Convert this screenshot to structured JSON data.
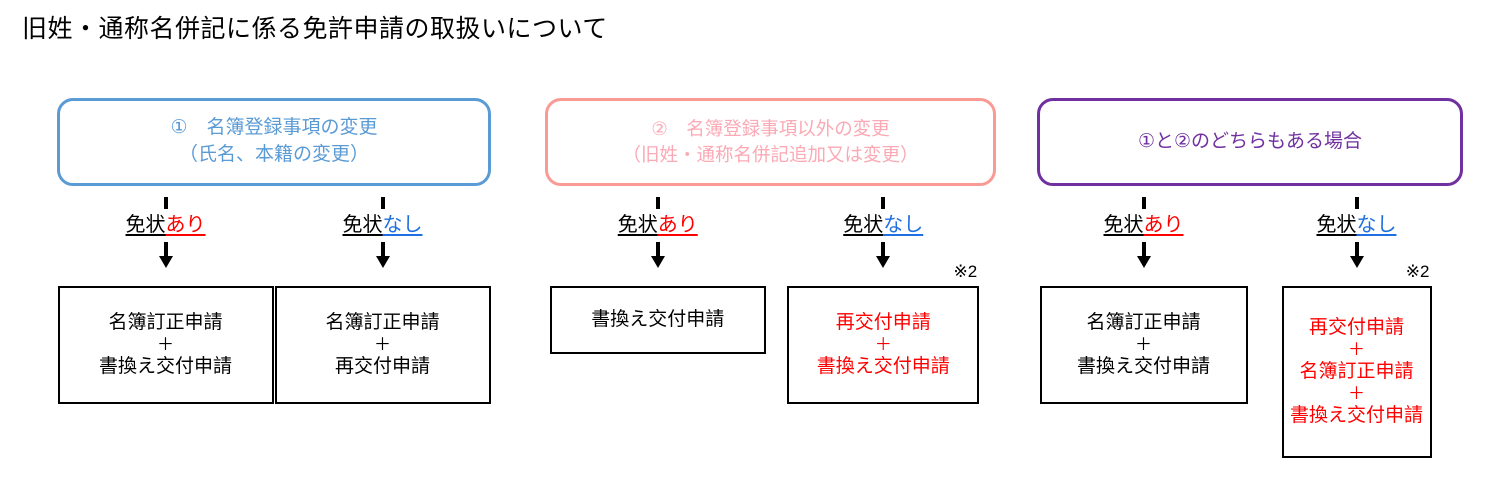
{
  "title": "旧姓・通称名併記に係る免許申請の取扱いについて",
  "colors": {
    "blue": "#5B9BD5",
    "pink": "#FA9A95",
    "pink_text": "#FBA9B4",
    "purple": "#7030A0",
    "red": "#FF0000",
    "link_blue": "#1F6FE0",
    "black": "#000000"
  },
  "labels": {
    "base": "免状",
    "yes": "あり",
    "no": "なし",
    "plus": "＋",
    "note2": "※2"
  },
  "columns": [
    {
      "id": "column-0",
      "category": {
        "line1": "①　名簿登録事項の変更",
        "line2": "（氏名、本籍の変更）"
      },
      "branches": [
        {
          "label_base": "免状",
          "label_suffix": "あり",
          "suffix_kind": "yes",
          "note": "",
          "result_color": "black",
          "result_lines": [
            "名簿訂正申請",
            "書換え交付申請"
          ]
        },
        {
          "label_base": "免状",
          "label_suffix": "なし",
          "suffix_kind": "no",
          "note": "",
          "result_color": "black",
          "result_lines": [
            "名簿訂正申請",
            "再交付申請"
          ]
        }
      ]
    },
    {
      "id": "column-1",
      "category": {
        "line1": "②　名簿登録事項以外の変更",
        "line2": "（旧姓・通称名併記追加又は変更）"
      },
      "branches": [
        {
          "label_base": "免状",
          "label_suffix": "あり",
          "suffix_kind": "yes",
          "note": "",
          "result_color": "black",
          "result_lines": [
            "書換え交付申請"
          ]
        },
        {
          "label_base": "免状",
          "label_suffix": "なし",
          "suffix_kind": "no",
          "note": "※2",
          "result_color": "red",
          "result_lines": [
            "再交付申請",
            "書換え交付申請"
          ]
        }
      ]
    },
    {
      "id": "column-2",
      "category": {
        "line1": "①と②のどちらもある場合",
        "line2": ""
      },
      "branches": [
        {
          "label_base": "免状",
          "label_suffix": "あり",
          "suffix_kind": "yes",
          "note": "",
          "result_color": "black",
          "result_lines": [
            "名簿訂正申請",
            "書換え交付申請"
          ]
        },
        {
          "label_base": "免状",
          "label_suffix": "なし",
          "suffix_kind": "no",
          "note": "※2",
          "result_color": "red",
          "result_lines": [
            "再交付申請",
            "名簿訂正申請",
            "書換え交付申請"
          ]
        }
      ]
    }
  ]
}
